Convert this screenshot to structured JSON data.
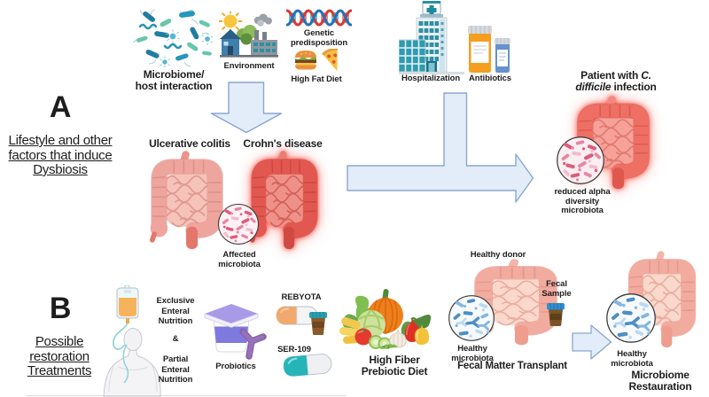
{
  "colors": {
    "background": "#ffffff",
    "text": "#1e1e1e",
    "arrow_fill": "#e2edf9",
    "arrow_stroke": "#8aa6cf",
    "diseased_red": "#e15a52",
    "salmon_pink": "#eca49b",
    "healthy_pink": "#f1a99e",
    "healthy_microbe_blue": "#4d8fc4",
    "affected_microbe_pink": "#d75479",
    "bacteria_teal": "#1e7ea1",
    "probiotic_violet": "#8b85e0",
    "capsule_orange": "#f0a96e",
    "capsule_teal": "#25b5b8"
  },
  "section_a": {
    "letter": "A",
    "caption_line1": "Lifestyle and other",
    "caption_line2": "factors that induce",
    "caption_line3": "Dysbiosis",
    "microbiome_label_l1": "Microbiome/",
    "microbiome_label_l2": "host interaction",
    "environment_label": "Environment",
    "genetic_label_l1": "Genetic",
    "genetic_label_l2": "predisposition",
    "high_fat_label": "High Fat Diet",
    "hospitalization_label": "Hospitalization",
    "antibiotics_label": "Antibiotics",
    "ulcerative_label": "Ulcerative colitis",
    "crohns_label": "Crohn's disease",
    "affected_l1": "Affected",
    "affected_l2": "microbiota",
    "patient_l1_regular": "Patient with ",
    "patient_l1_italic": "C.",
    "patient_l2_italic": "difficile",
    "patient_l2_regular": " infection",
    "reduced_l1": "reduced alpha",
    "reduced_l2": "diversity",
    "reduced_l3": "microbiota"
  },
  "section_b": {
    "letter": "B",
    "caption_line1": "Possible",
    "caption_line2": "restoration",
    "caption_line3": "Treatments",
    "enteral_l1": "Exclusive",
    "enteral_l2": "Enteral",
    "enteral_l3": "Nutrition",
    "enteral_amp": "&",
    "enteral_l4": "Partial",
    "enteral_l5": "Enteral",
    "enteral_l6": "Nutrition",
    "probiotics_label": "Probiotics",
    "rebyota_label": "REBYOTA",
    "ser109_label": "SER-109",
    "high_fiber_l1": "High Fiber",
    "high_fiber_l2": "Prebiotic Diet",
    "healthy_donor_label": "Healthy donor",
    "fecal_sample_l1": "Fecal",
    "fecal_sample_l2": "Sample",
    "donor_microbiota_l1": "Healthy",
    "donor_microbiota_l2": "microbiota",
    "fmt_label": "Fecal Matter Transplant",
    "restored_microbiota_l1": "Healthy",
    "restored_microbiota_l2": "microbiota",
    "restauration_l1": "Microbiome",
    "restauration_l2": "Restauration"
  }
}
